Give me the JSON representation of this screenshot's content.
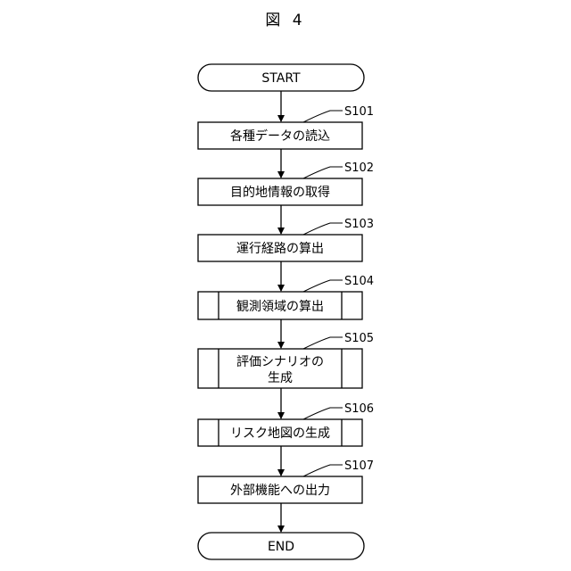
{
  "figure": {
    "title": "図 4"
  },
  "start_label": "START",
  "end_label": "END",
  "steps": [
    {
      "id": "S101",
      "lines": [
        "各種データの読込"
      ],
      "type": "process"
    },
    {
      "id": "S102",
      "lines": [
        "目的地情報の取得"
      ],
      "type": "process"
    },
    {
      "id": "S103",
      "lines": [
        "運行経路の算出"
      ],
      "type": "process"
    },
    {
      "id": "S104",
      "lines": [
        "観測領域の算出"
      ],
      "type": "subroutine"
    },
    {
      "id": "S105",
      "lines": [
        "評価シナリオの",
        "生成"
      ],
      "type": "subroutine"
    },
    {
      "id": "S106",
      "lines": [
        "リスク地図の生成"
      ],
      "type": "subroutine"
    },
    {
      "id": "S107",
      "lines": [
        "外部機能への出力"
      ],
      "type": "process"
    }
  ]
}
